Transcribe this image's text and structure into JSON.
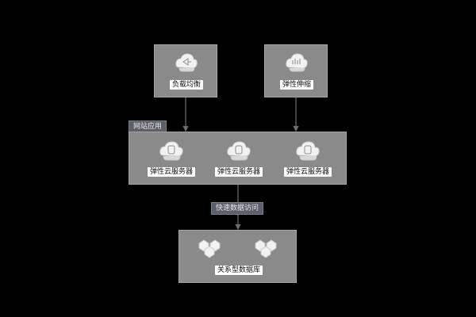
{
  "nodes": {
    "load_balancer": "负载均衡",
    "auto_scaling": "弹性伸缩",
    "ecs": [
      "弹性云服务器",
      "弹性云服务器",
      "弹性云服务器"
    ],
    "database": "关系型数据库"
  },
  "groups": {
    "website": "网站应用",
    "fast_access": "快速数据访问"
  },
  "icons": {
    "load_balancer": "load-balancer-icon",
    "auto_scaling": "auto-scaling-icon",
    "ecs": "cloud-server-icon",
    "database": "database-icon"
  },
  "colors": {
    "background": "#000000",
    "box": "#8a8a8a",
    "tag": "#5d5f6a",
    "arrow": "#6e6e6e"
  }
}
